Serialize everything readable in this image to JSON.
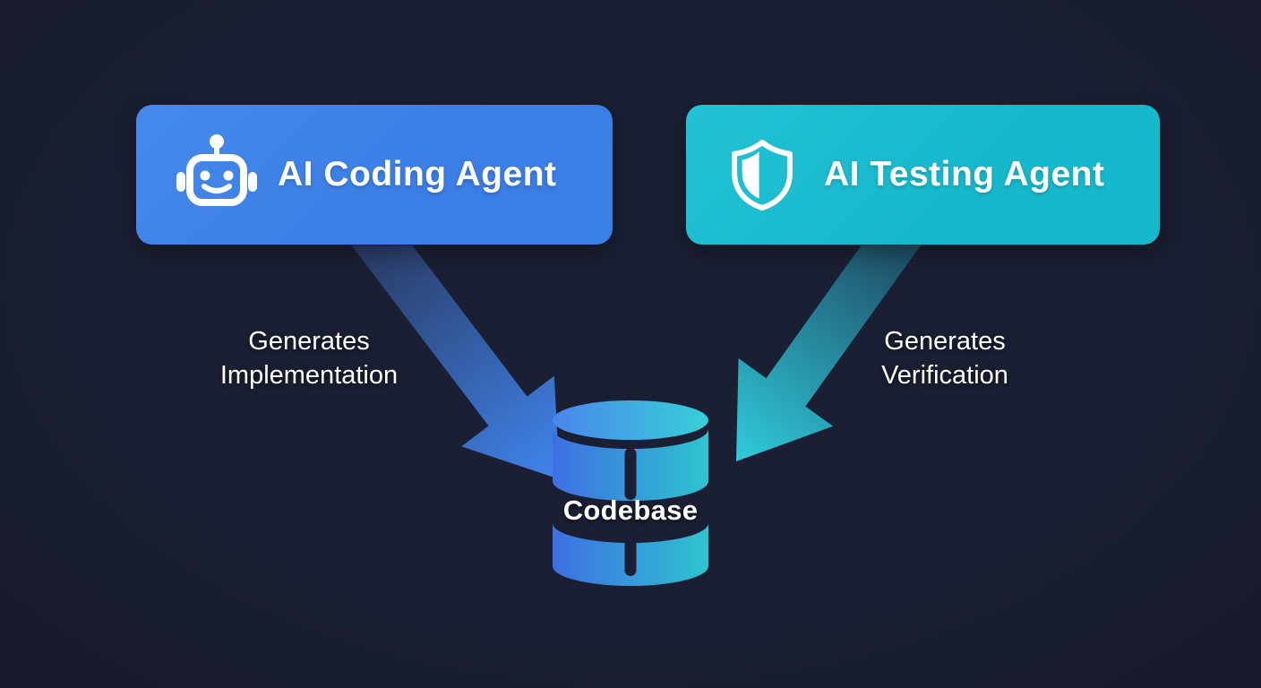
{
  "diagram": {
    "left_agent": {
      "title": "AI Coding Agent",
      "icon": "robot"
    },
    "right_agent": {
      "title": "AI Testing Agent",
      "icon": "shield"
    },
    "left_arrow_label": {
      "line1": "Generates",
      "line2": "Implementation"
    },
    "right_arrow_label": {
      "line1": "Generates",
      "line2": "Verification"
    },
    "database": {
      "label": "Codebase"
    }
  },
  "colors": {
    "background": "#1B1F33",
    "background-edge": "#161A2B",
    "coding-box": "#3B7EE6",
    "coding-box-light": "#4489EA",
    "testing-box": "#16B8CC",
    "testing-box-light": "#22C2D4",
    "arrow-blue-start": "#2A3C66",
    "arrow-blue-end": "#3F82E8",
    "arrow-cyan-start": "#1F4E66",
    "arrow-cyan-end": "#2FC9DA",
    "cyl-blue": "#3E6FE3",
    "cyl-teal": "#2EC4CF",
    "cyl-blue-light": "#4A85EC",
    "cyl-teal-light": "#37D0D8",
    "text": "#FFFFFF"
  }
}
